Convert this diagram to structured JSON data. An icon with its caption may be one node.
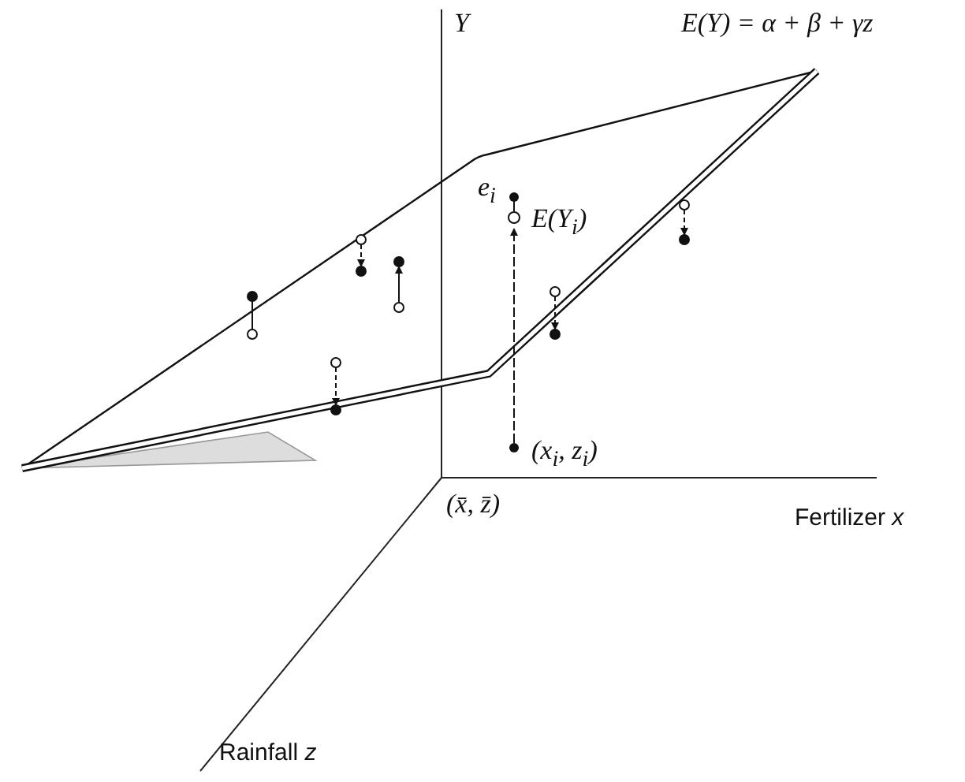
{
  "diagram": {
    "labels": [
      "Y",
      "E(Y) = α + β + γz",
      "e$_{i}$",
      "E(Y$_{i}$)",
      "(x$_{i}$, z$_{i}$)",
      "(x̄, z̄)",
      "Fertilizer *x*",
      "Rainfall *z*"
    ]
  }
}
